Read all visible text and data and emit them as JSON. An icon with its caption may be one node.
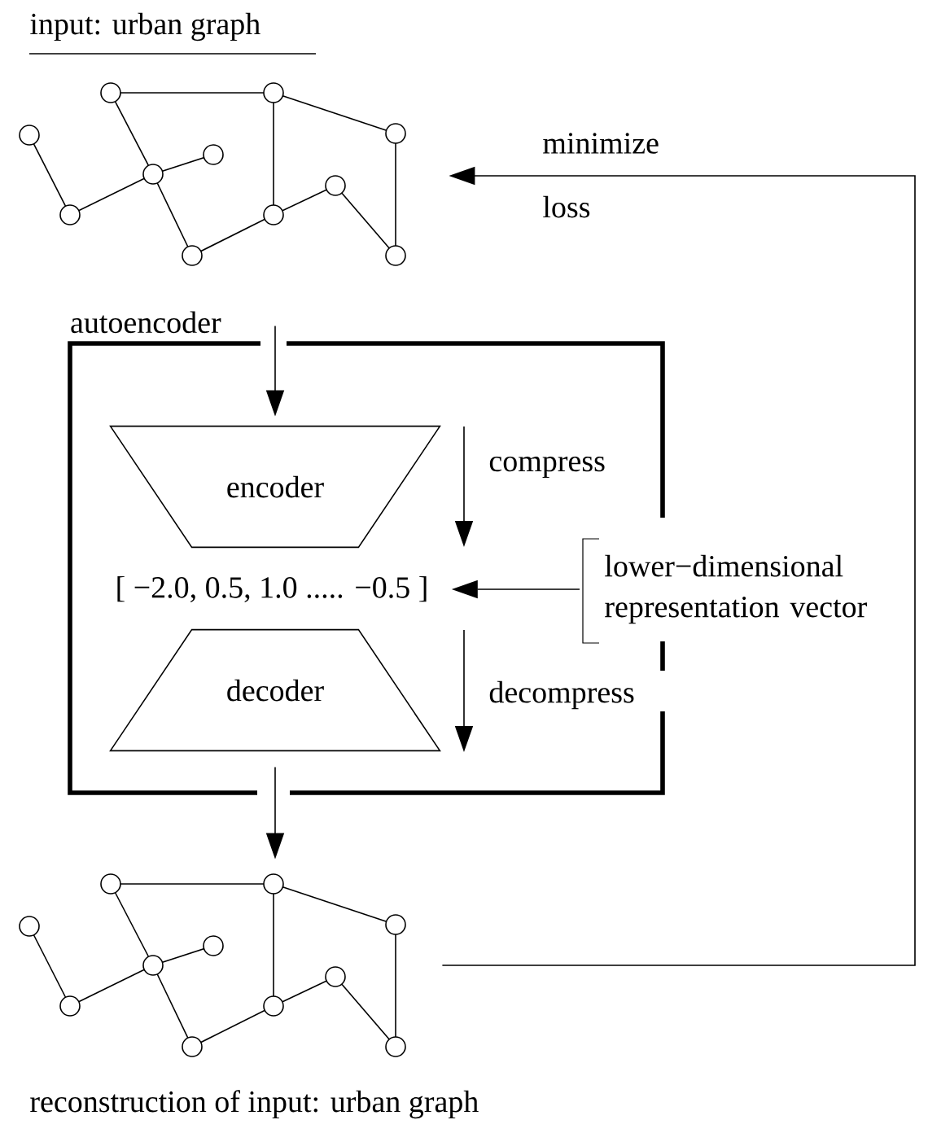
{
  "diagram": {
    "nodes": [
      {
        "text": [],
        "shape": "picture",
        "beside": [
          "input: urban graph"
        ]
      },
      {
        "text": [
          "autoencoder"
        ]
      },
      {
        "text": [
          "encoder"
        ],
        "in": 1
      },
      {
        "text": [
          "[ −2.0, 0.5, 1.0 ..... −0.5 ]"
        ],
        "in": 1
      },
      {
        "text": [
          "decoder"
        ],
        "in": 1
      },
      {
        "text": [],
        "shape": "picture",
        "beside": [
          "reconstruction of input: urban graph"
        ]
      },
      {
        "text": [
          "lower−dimensional representation vector"
        ]
      }
    ],
    "edges": [
      {
        "from": 0,
        "to": 2,
        "arrow": "to"
      },
      {
        "from": 6,
        "to": 3,
        "arrow": "to"
      },
      {
        "from": 4,
        "to": 5,
        "arrow": "to"
      },
      {
        "from": 5,
        "to": 0,
        "arrow": "to",
        "label": "minimize"
      }
    ],
    "labels": [
      "loss",
      "compress",
      "decompress"
    ]
  }
}
